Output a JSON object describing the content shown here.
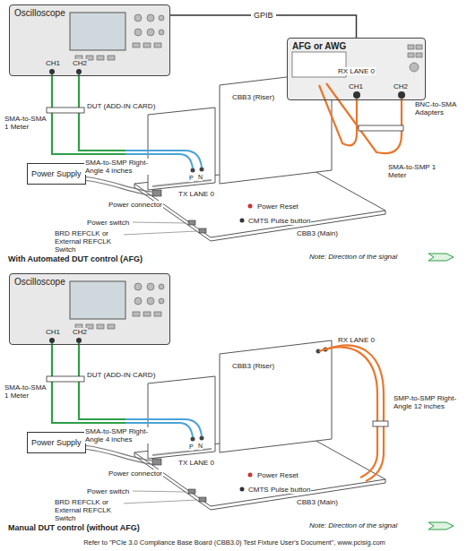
{
  "diagram": {
    "caption": "Refer to \"PCIe 3.0 Compliance Base Board (CBB3.0) Test Fixture User's Document\", www.pcisig.com",
    "nodes": [
      {
        "text": [
          "Oscilloscope"
        ]
      },
      {
        "text": [
          "AFG or AWG"
        ]
      },
      {
        "text": [
          "Power Supply"
        ]
      },
      {
        "text": [
          "Oscilloscope"
        ]
      },
      {
        "text": [
          "Power Supply"
        ]
      }
    ],
    "edges": [
      {
        "from": 0,
        "to": 1,
        "arrow": "none",
        "label": "GPIB"
      }
    ],
    "labels": [
      "CH1",
      "CH2",
      "CH1",
      "CH2",
      "BNC-to-SMA Adapters",
      "SMA-to-SMA 1 Meter",
      "DUT (ADD-IN CARD)",
      "CBB3 (Riser)",
      "RX LANE 0",
      "SMA-to-SMP 1 Meter",
      "SMA-to-SMP Right-Angle 4 inches",
      "TX LANE 0",
      "P",
      "N",
      "Power connector",
      "Power switch",
      "BRD REFCLK or External REFCLK Switch",
      "Power Reset",
      "CMTS Pulse button",
      "CBB3 (Main)",
      "Note: Direction of the signal",
      "With Automated DUT control (AFG)",
      "CH1",
      "CH2",
      "SMA-to-SMA 1 Meter",
      "CBB3 (Riser)",
      "DUT (ADD-IN CARD)",
      "RX LANE 0",
      "SMP-to-SMP Right-Angle 12 inches",
      "SMA-to-SMP Right-Angle 4 inches",
      "TX LANE 0",
      "P",
      "N",
      "Power connector",
      "Power switch",
      "BRD REFCLK or External REFCLK Switch",
      "Power Reset",
      "CMTS Pulse button",
      "CBB3 (Main)",
      "Note: Direction of the signal",
      "Manual DUT control (without AFG)"
    ]
  }
}
